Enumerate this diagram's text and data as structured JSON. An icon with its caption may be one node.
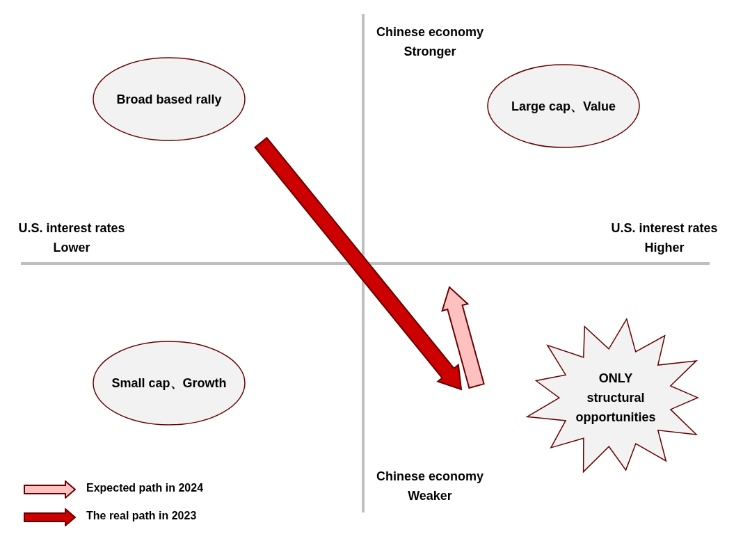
{
  "diagram": {
    "nodes": [
      {
        "text": [
          "Broad based rally"
        ]
      },
      {
        "text": [
          "Large cap、Value"
        ]
      },
      {
        "text": [
          "Small cap、Growth"
        ]
      },
      {
        "text": [
          "ONLY structural opportunities"
        ]
      }
    ],
    "edges": [],
    "labels": [
      "Chinese economy Stronger",
      "U.S. interest rates Lower",
      "U.S. interest rates Higher",
      "Chinese economy Weaker"
    ],
    "legend": [
      {
        "text": "Expected path in 2024"
      },
      {
        "text": "The real path in 2023"
      }
    ]
  }
}
